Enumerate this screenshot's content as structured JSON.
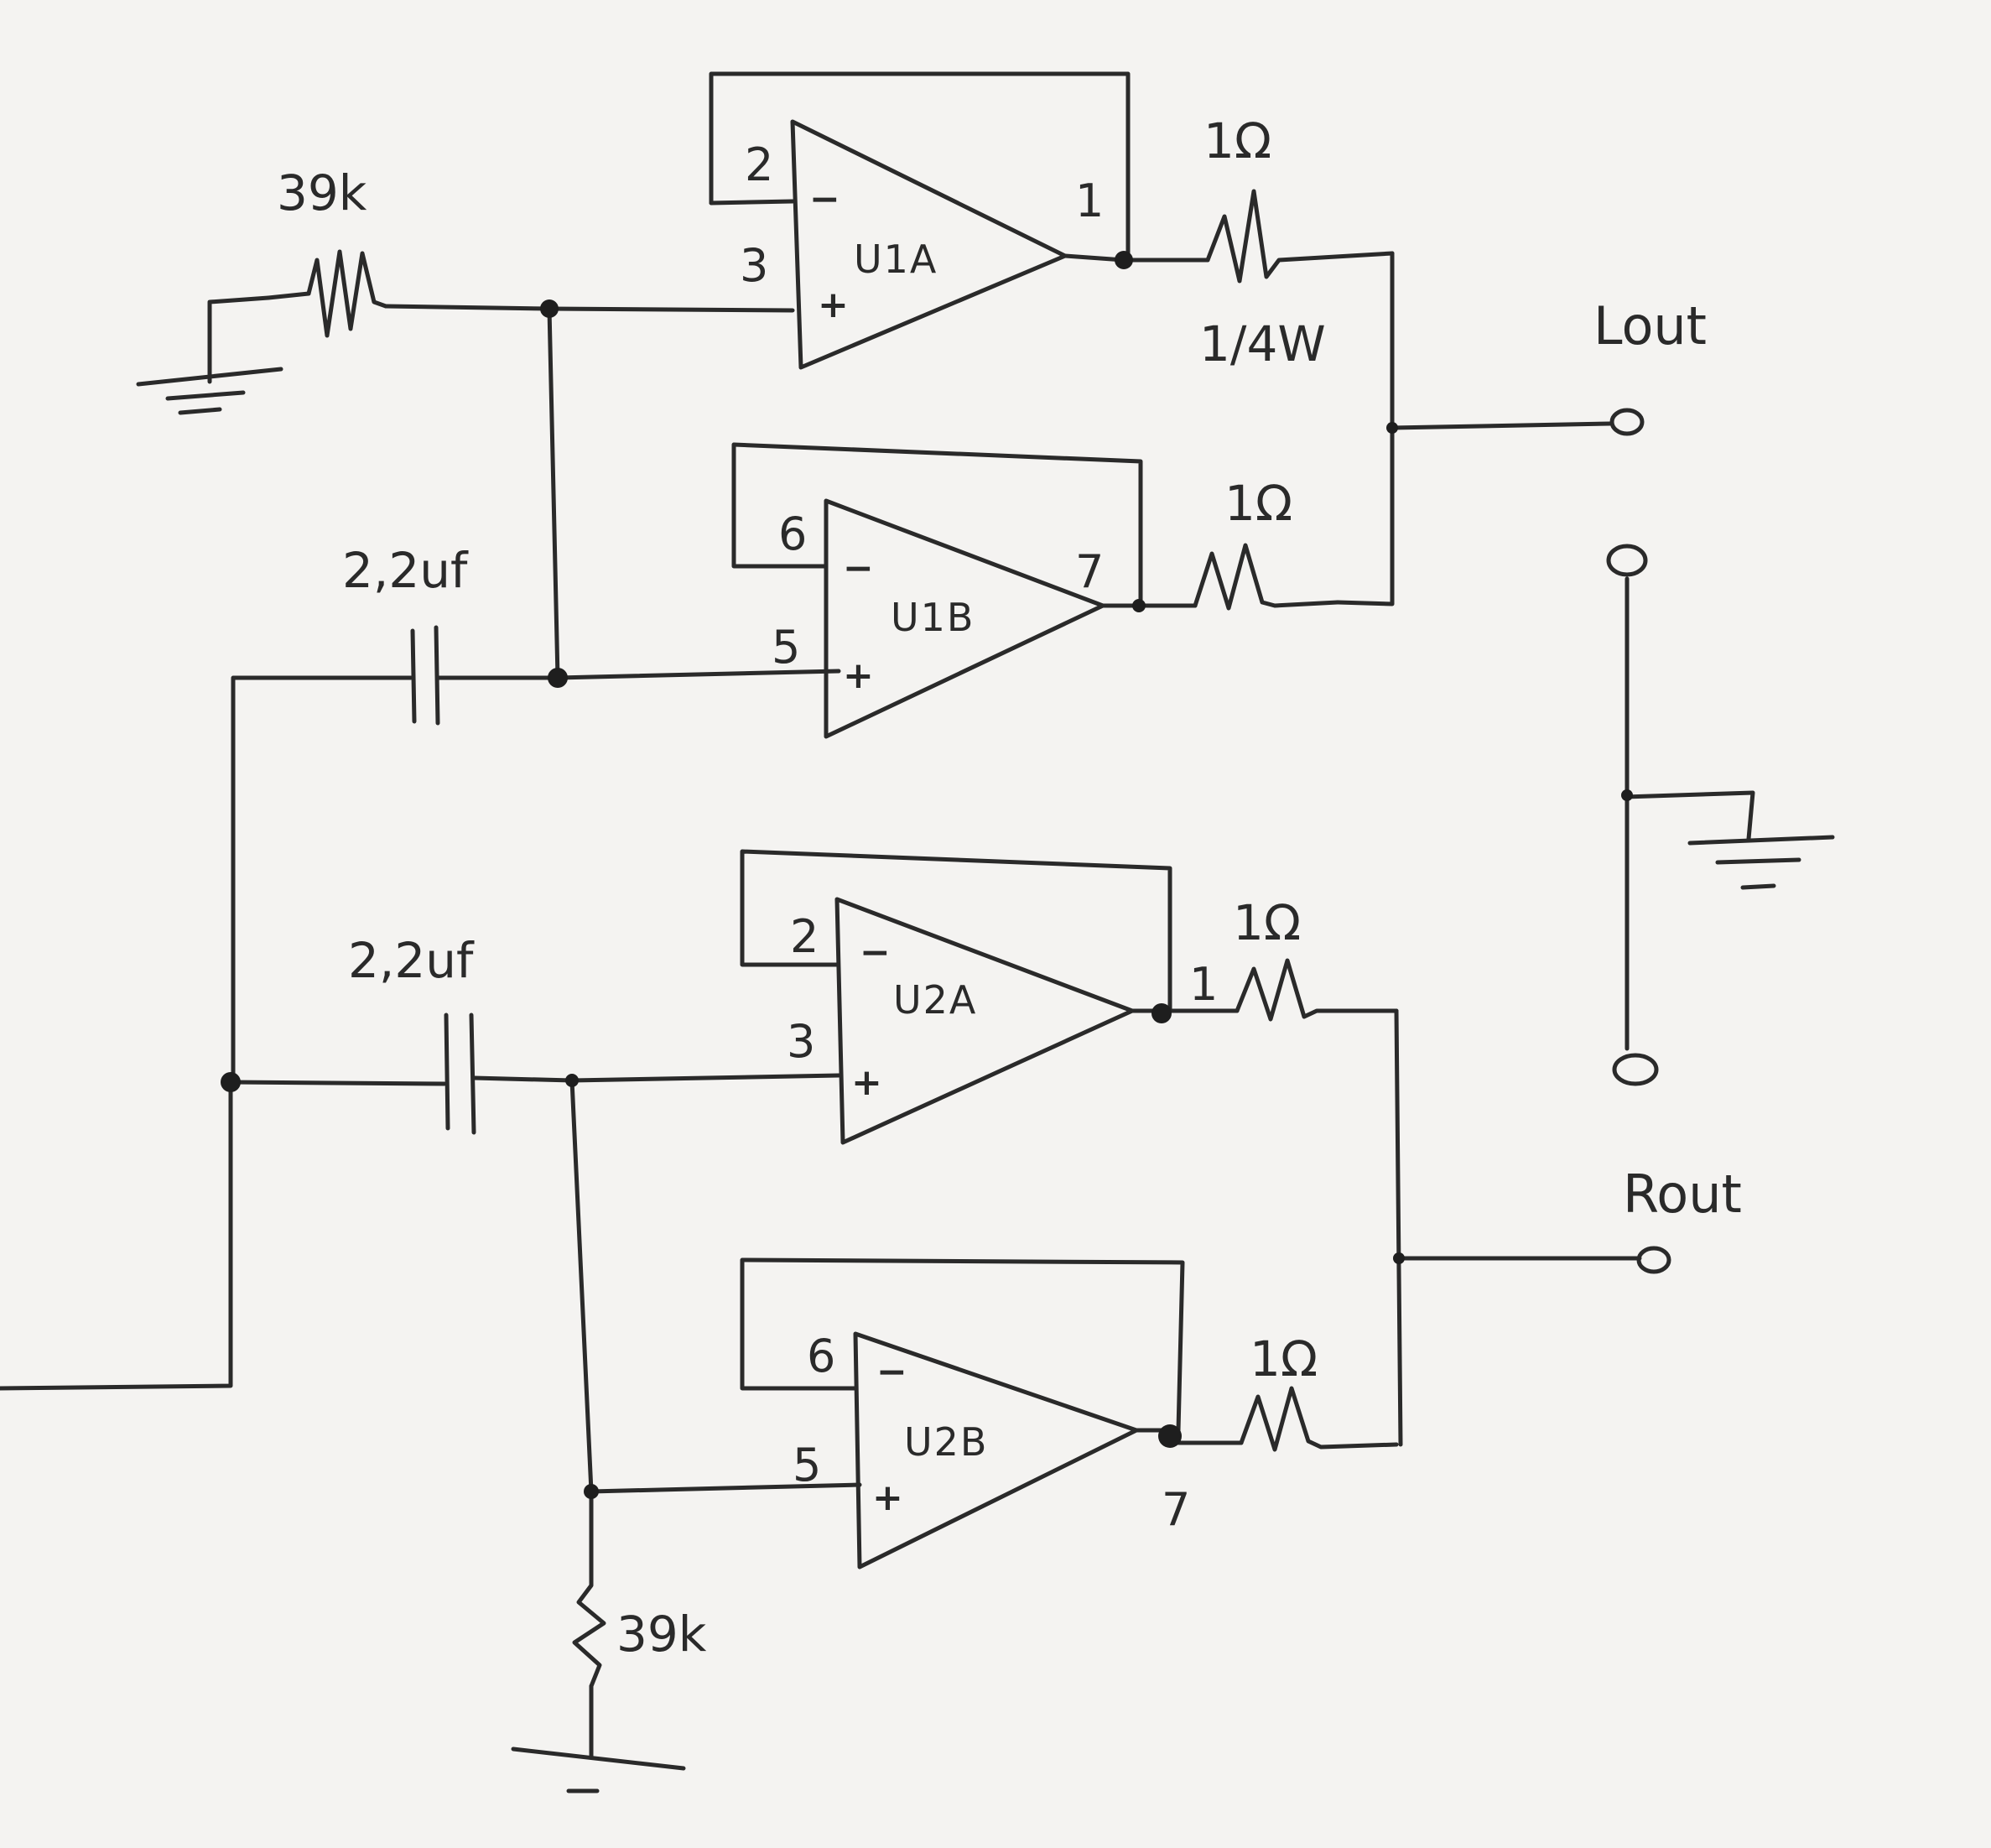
{
  "amps": [
    {
      "ref": "U1A",
      "label": "U1A",
      "inv_pin": "2",
      "noninv_pin": "3",
      "out_pin": "1"
    },
    {
      "ref": "U1B",
      "label": "U1B",
      "inv_pin": "6",
      "noninv_pin": "5",
      "out_pin": "7"
    },
    {
      "ref": "U2A",
      "label": "U2A",
      "inv_pin": "2",
      "noninv_pin": "3",
      "out_pin": "1"
    },
    {
      "ref": "U2B",
      "label": "U2B",
      "inv_pin": "6",
      "noninv_pin": "5",
      "out_pin": "7"
    }
  ],
  "signs": {
    "minus": "−",
    "plus": "+"
  },
  "resistors": {
    "r_bias_left": {
      "value": "39k"
    },
    "r_bias_right": {
      "value": "39k"
    },
    "r_out_u1a": {
      "value": "1Ω",
      "rating": "1/4W"
    },
    "r_out_u1b": {
      "value": "1Ω"
    },
    "r_out_u2a": {
      "value": "1Ω"
    },
    "r_out_u2b": {
      "value": "1Ω"
    }
  },
  "capacitors": {
    "c_left": {
      "value": "2,2uf"
    },
    "c_right": {
      "value": "2,2uf"
    }
  },
  "outputs": {
    "left": "Lout",
    "right": "Rout"
  }
}
